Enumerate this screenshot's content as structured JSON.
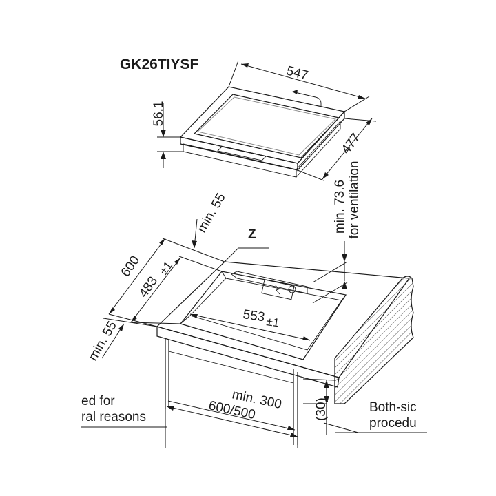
{
  "model": "GK26TIYSF",
  "hob_dimensions": {
    "width": "547",
    "depth": "477",
    "height": "56.1"
  },
  "cutout": {
    "clearance_back": "min. 55",
    "clearance_front": "min. 55",
    "counter_depth": "600",
    "cutout_depth": "483",
    "cutout_depth_tol": "±1",
    "cutout_width": "553",
    "cutout_width_tol": "±1",
    "ventilation_value": "min. 73.6",
    "ventilation_text": "for ventilation",
    "detail_marker": "Z",
    "cabinet_min": "min. 300",
    "cabinet_width": "600/500",
    "gap": "(30)"
  },
  "notes": {
    "left_line1": "ed for",
    "left_line2": "ral reasons",
    "right_line1": "Both-sic",
    "right_line2": "procedu"
  }
}
